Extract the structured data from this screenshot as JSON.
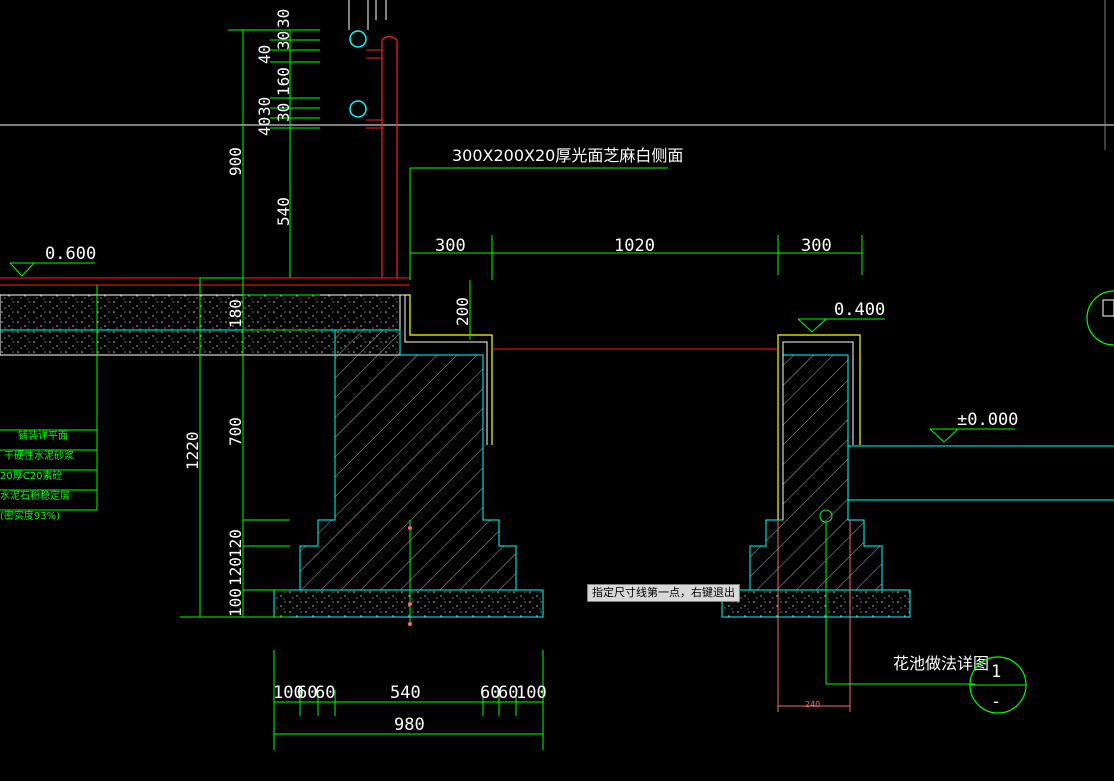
{
  "drawing": {
    "material_note": "300X200X20厚光面芝麻白侧面",
    "detail_title": "花池做法详图",
    "detail_number": "1",
    "detail_sheet": "-",
    "elevations": {
      "left": "0.600",
      "mid": "0.400",
      "right": "±0.000"
    },
    "dims_top_horizontal": [
      "300",
      "1020",
      "300"
    ],
    "dims_left_vertical": [
      "30",
      "30",
      "40",
      "160",
      "30",
      "40",
      "30",
      "540",
      "900",
      "180",
      "700",
      "120",
      "120",
      "100",
      "1220"
    ],
    "dim_200": "200",
    "dims_bottom": {
      "row": [
        "100",
        "60",
        "60",
        "540",
        "60",
        "60",
        "100"
      ],
      "total": "980"
    },
    "dim_240": "240",
    "legend_lines": [
      "铺装详平面",
      "干硬性水泥砂浆",
      "20厚C20素砼",
      "水泥石粉稳定层",
      "(密实度93%)"
    ]
  },
  "command_tooltip": "指定尺寸线第一点，右键退出",
  "colors": {
    "background": "#000000",
    "dimension": "#00ff00",
    "concrete_outline": "#00ffff",
    "rail": "#ff2020",
    "capstone": "#ffff00",
    "crosshair": "#ffffff"
  }
}
